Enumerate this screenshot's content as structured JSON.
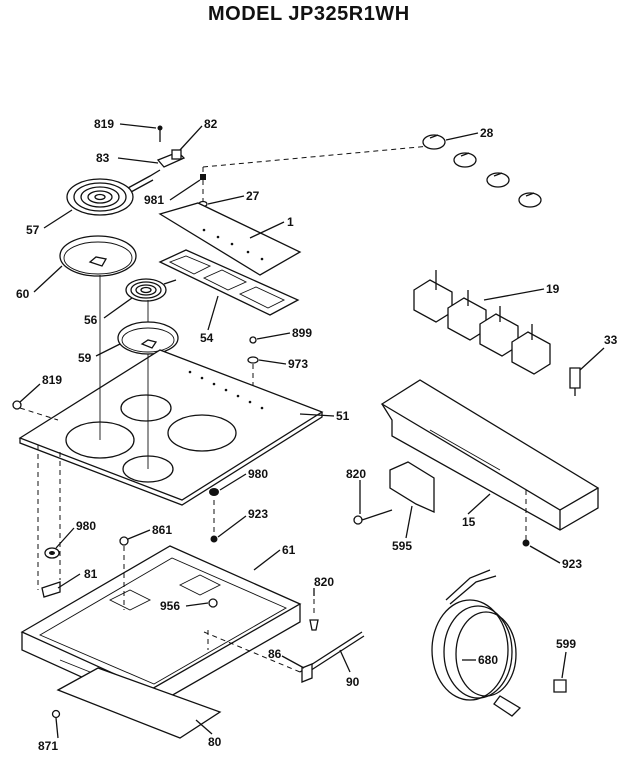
{
  "title": "MODEL JP325R1WH",
  "labels": {
    "p819a": "819",
    "p82": "82",
    "p83": "83",
    "p28": "28",
    "p981": "981",
    "p27": "27",
    "p57": "57",
    "p1": "1",
    "p60": "60",
    "p56": "56",
    "p54": "54",
    "p19": "19",
    "p899": "899",
    "p59": "59",
    "p973": "973",
    "p33": "33",
    "p819b": "819",
    "p51": "51",
    "p980a": "980",
    "p820a": "820",
    "p980b": "980",
    "p861": "861",
    "p923a": "923",
    "p15": "15",
    "p595": "595",
    "p923b": "923",
    "p61": "61",
    "p81": "81",
    "p820b": "820",
    "p956": "956",
    "p599": "599",
    "p86": "86",
    "p680": "680",
    "p90": "90",
    "p871": "871",
    "p80": "80"
  }
}
